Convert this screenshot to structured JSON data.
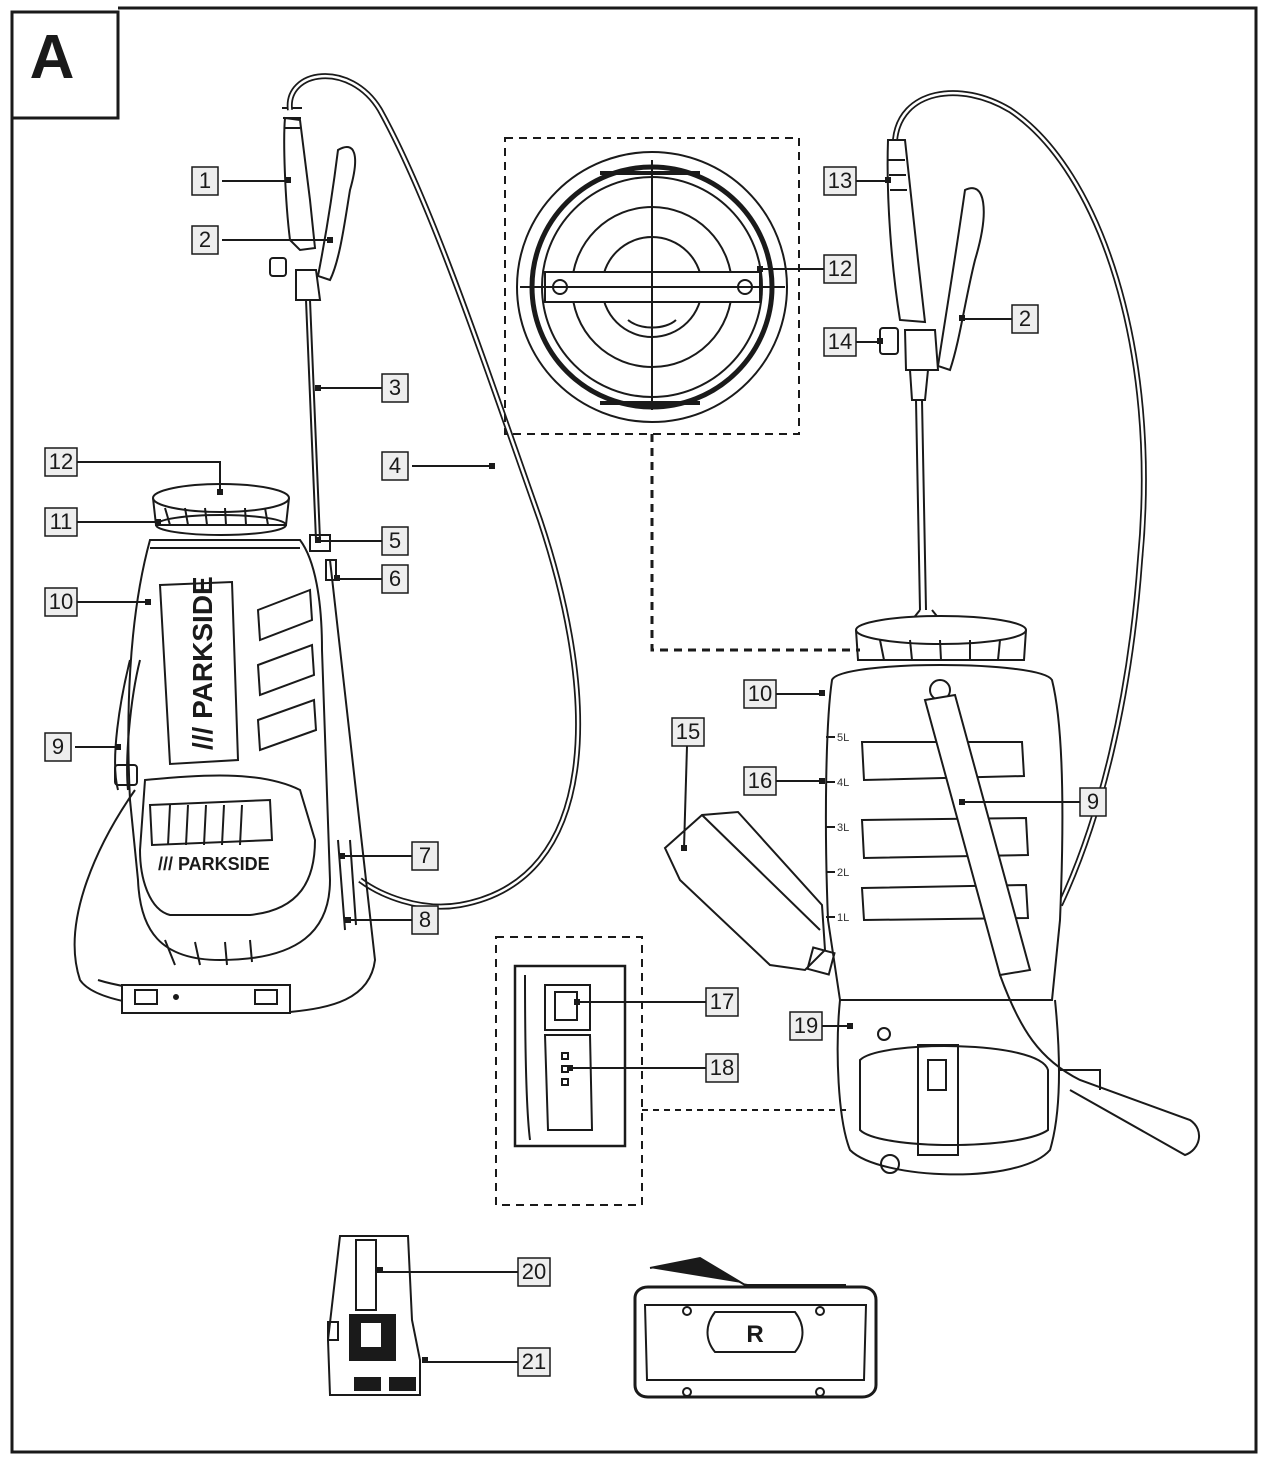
{
  "figure": {
    "panel_label": "A",
    "brand_text": "/// PARKSIDE",
    "battery_letter": "R",
    "scale_marks": [
      "5L",
      "4L",
      "3L",
      "2L",
      "1L"
    ]
  },
  "callouts": {
    "c1": "1",
    "c2": "2",
    "c3": "3",
    "c4": "4",
    "c5": "5",
    "c6": "6",
    "c7": "7",
    "c8": "8",
    "c9": "9",
    "c10": "10",
    "c11": "11",
    "c12": "12",
    "c2b": "2",
    "c9b": "9",
    "c10b": "10",
    "c12b": "12",
    "c13": "13",
    "c14": "14",
    "c15": "15",
    "c16": "16",
    "c17": "17",
    "c18": "18",
    "c19": "19",
    "c20": "20",
    "c21": "21"
  },
  "colors": {
    "line": "#1a1a1a",
    "label_fill": "#eeeeee",
    "paper": "#ffffff"
  }
}
